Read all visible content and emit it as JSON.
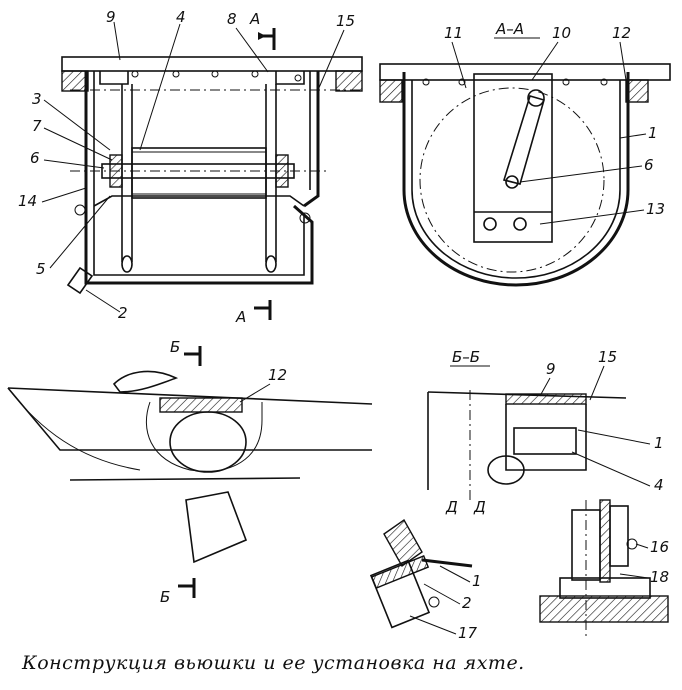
{
  "caption": "Конструкция вьюшки и ее установка на яхте.",
  "section_titles": {
    "aa": "А–А",
    "bb": "Б–Б"
  },
  "cut_marks": {
    "a_top": "А",
    "a_bottom": "А",
    "b_top": "Б",
    "b_bottom": "Б",
    "d1": "Д",
    "d2": "Д"
  },
  "callouts": {
    "front": [
      "9",
      "4",
      "8",
      "15",
      "3",
      "7",
      "6",
      "14",
      "5",
      "2"
    ],
    "section_aa": [
      "11",
      "10",
      "12",
      "1",
      "6",
      "13"
    ],
    "hull": [
      "12"
    ],
    "section_bb": [
      "9",
      "15",
      "1",
      "4"
    ],
    "detail_left": [
      "1",
      "2",
      "17"
    ],
    "detail_right": [
      "16",
      "18"
    ]
  }
}
